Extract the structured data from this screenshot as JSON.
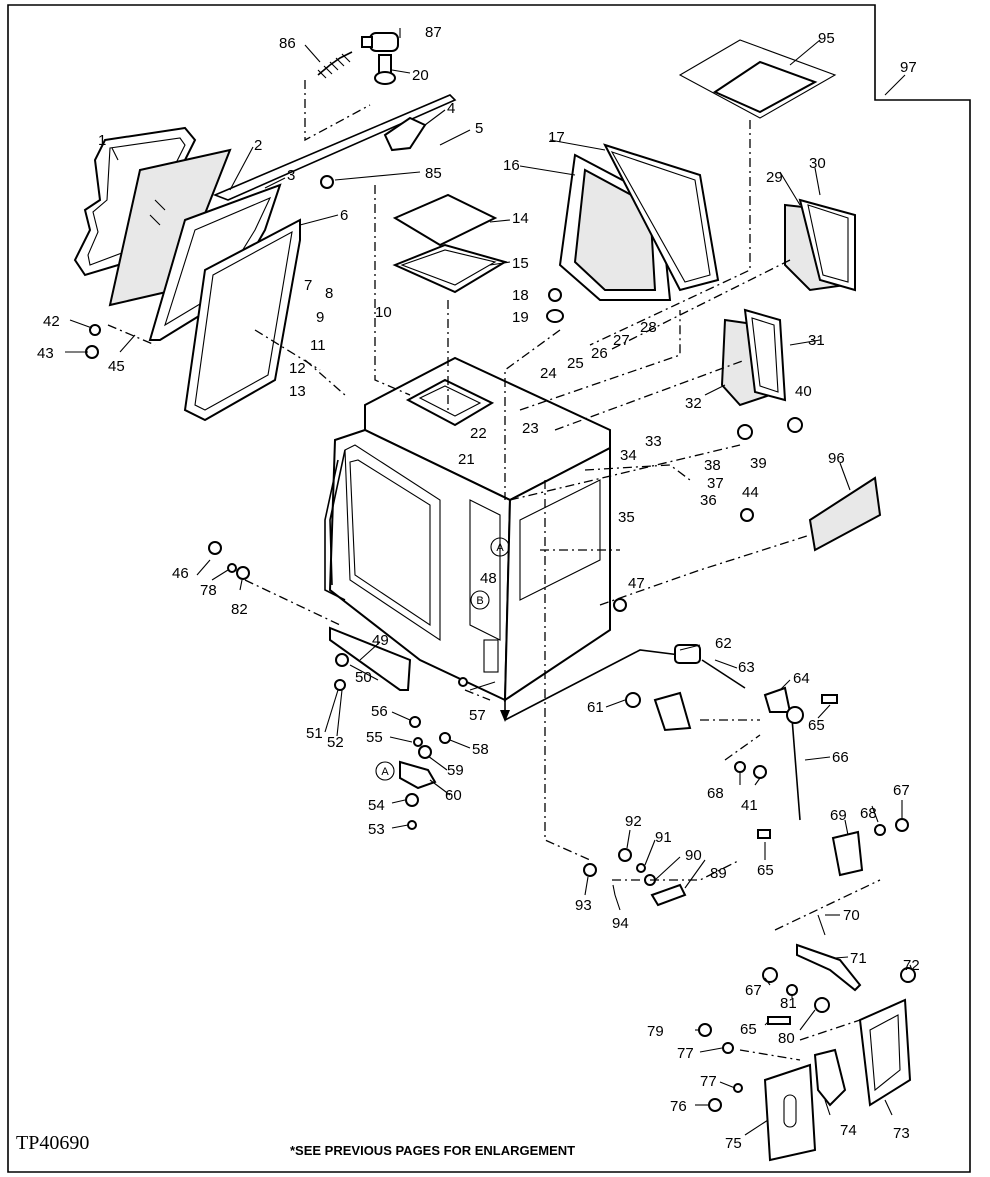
{
  "diagram_id": "TP40690",
  "footnote": "*SEE PREVIOUS PAGES FOR ENLARGEMENT",
  "circle_markers": [
    "A",
    "B",
    "A"
  ],
  "callouts": [
    "1",
    "2",
    "3",
    "4",
    "5",
    "6",
    "7",
    "8",
    "9",
    "10",
    "11",
    "12",
    "13",
    "14",
    "15",
    "16",
    "17",
    "18",
    "19",
    "20",
    "21",
    "22",
    "23",
    "24",
    "25",
    "26",
    "27",
    "28",
    "29",
    "30",
    "31",
    "32",
    "33",
    "34",
    "35",
    "36",
    "37",
    "38",
    "39",
    "40",
    "41",
    "42",
    "43",
    "44",
    "45",
    "46",
    "47",
    "48",
    "49",
    "50",
    "51",
    "52",
    "53",
    "54",
    "55",
    "56",
    "57",
    "58",
    "59",
    "60",
    "61",
    "62",
    "63",
    "64",
    "65",
    "66",
    "67",
    "68",
    "69",
    "70",
    "71",
    "72",
    "73",
    "74",
    "75",
    "76",
    "77",
    "78",
    "79",
    "80",
    "81",
    "82",
    "85",
    "86",
    "87",
    "89",
    "90",
    "91",
    "92",
    "93",
    "94",
    "95",
    "96",
    "97",
    "65",
    "68",
    "67",
    "77"
  ]
}
